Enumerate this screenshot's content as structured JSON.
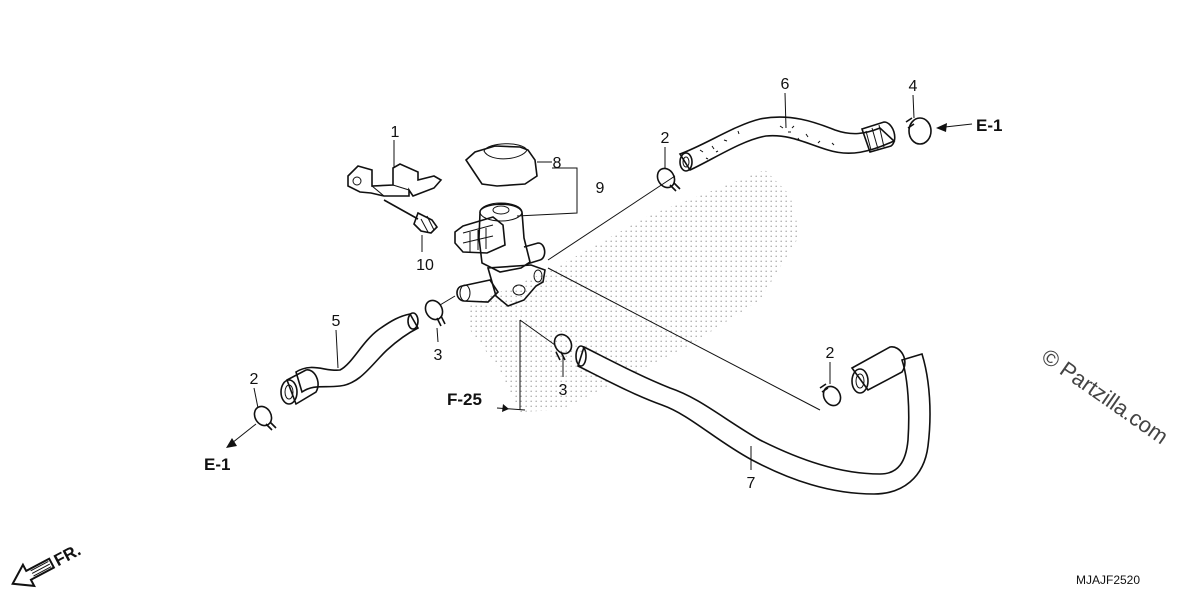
{
  "diagram_code": "MJAJF2520",
  "watermark": "© Partzilla.com",
  "direction_indicator": "FR.",
  "references": {
    "e1_right": "E-1",
    "e1_left": "E-1",
    "f25": "F-25"
  },
  "callouts": {
    "p1": "1",
    "p2a": "2",
    "p2b": "2",
    "p2c": "2",
    "p3a": "3",
    "p3b": "3",
    "p4": "4",
    "p5": "5",
    "p6": "6",
    "p7": "7",
    "p8": "8",
    "p9": "9",
    "p10": "10"
  },
  "colors": {
    "ink": "#111111",
    "stipple": "#9a9a9a",
    "background": "#ffffff"
  }
}
